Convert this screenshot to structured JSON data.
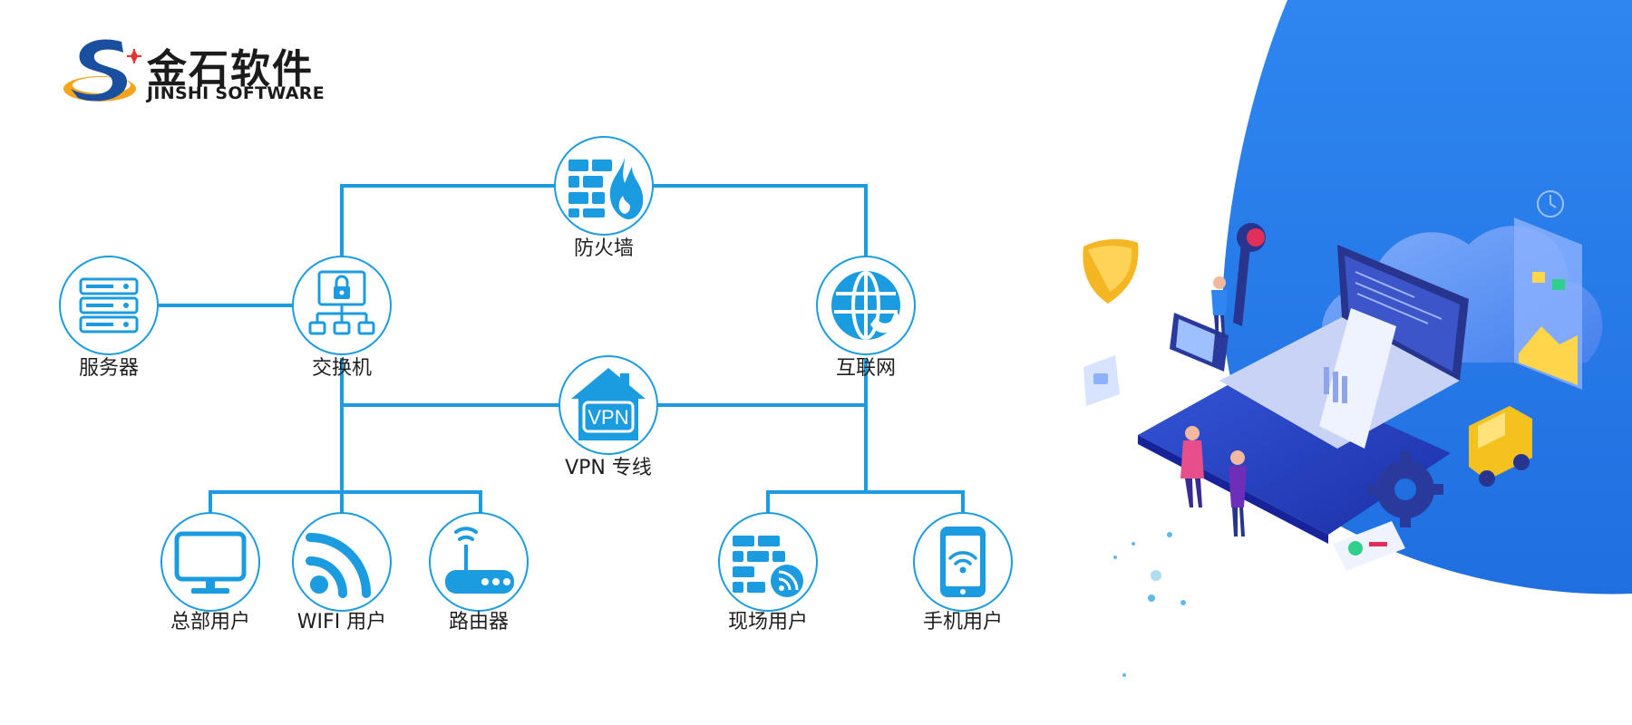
{
  "brand": {
    "name_cn": "金石软件",
    "name_en": "JINSHI SOFTWARE"
  },
  "diagram": {
    "nodes": {
      "firewall": "防火墙",
      "server": "服务器",
      "switch": "交换机",
      "internet": "互联网",
      "vpn": "VPN 专线",
      "vpn_badge": "VPN",
      "hq_user": "总部用户",
      "wifi_user": "WIFI 用户",
      "router": "路由器",
      "site_user": "现场用户",
      "mobile_user": "手机用户"
    }
  },
  "colors": {
    "line": "#1c9ce0",
    "icon": "#1c9ce0",
    "accent_blue": "#2a7fe6"
  }
}
